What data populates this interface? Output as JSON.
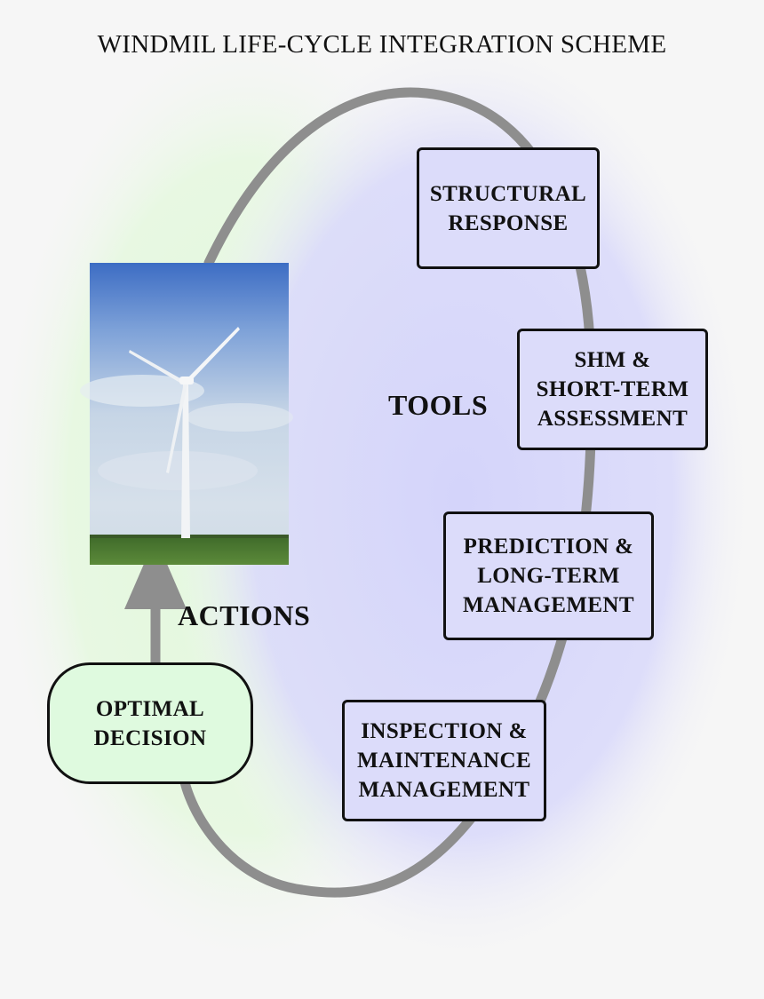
{
  "title": "WINDMIL LIFE-CYCLE INTEGRATION SCHEME",
  "labels": {
    "tools": "TOOLS",
    "actions": "ACTIONS"
  },
  "boxes": [
    {
      "text": "STRUCTURAL\nRESPONSE"
    },
    {
      "text": "SHM &\nSHORT-TERM\nASSESSMENT"
    },
    {
      "text": "PREDICTION &\nLONG-TERM\nMANAGEMENT"
    },
    {
      "text": "INSPECTION &\nMAINTENANCE\nMANAGEMENT"
    }
  ],
  "decision": {
    "text": "OPTIMAL\nDECISION"
  },
  "image": {
    "subject": "wind-turbine-photo"
  },
  "colors": {
    "cycle_stroke": "#8e8e8e",
    "tools_box_fill": "#dcdcfa",
    "decision_fill": "#dffadf",
    "tools_glow": "#d4d4fa",
    "actions_glow": "#e2f9dc",
    "sky_top": "#3d6dc4",
    "grass": "#4f7a33"
  }
}
